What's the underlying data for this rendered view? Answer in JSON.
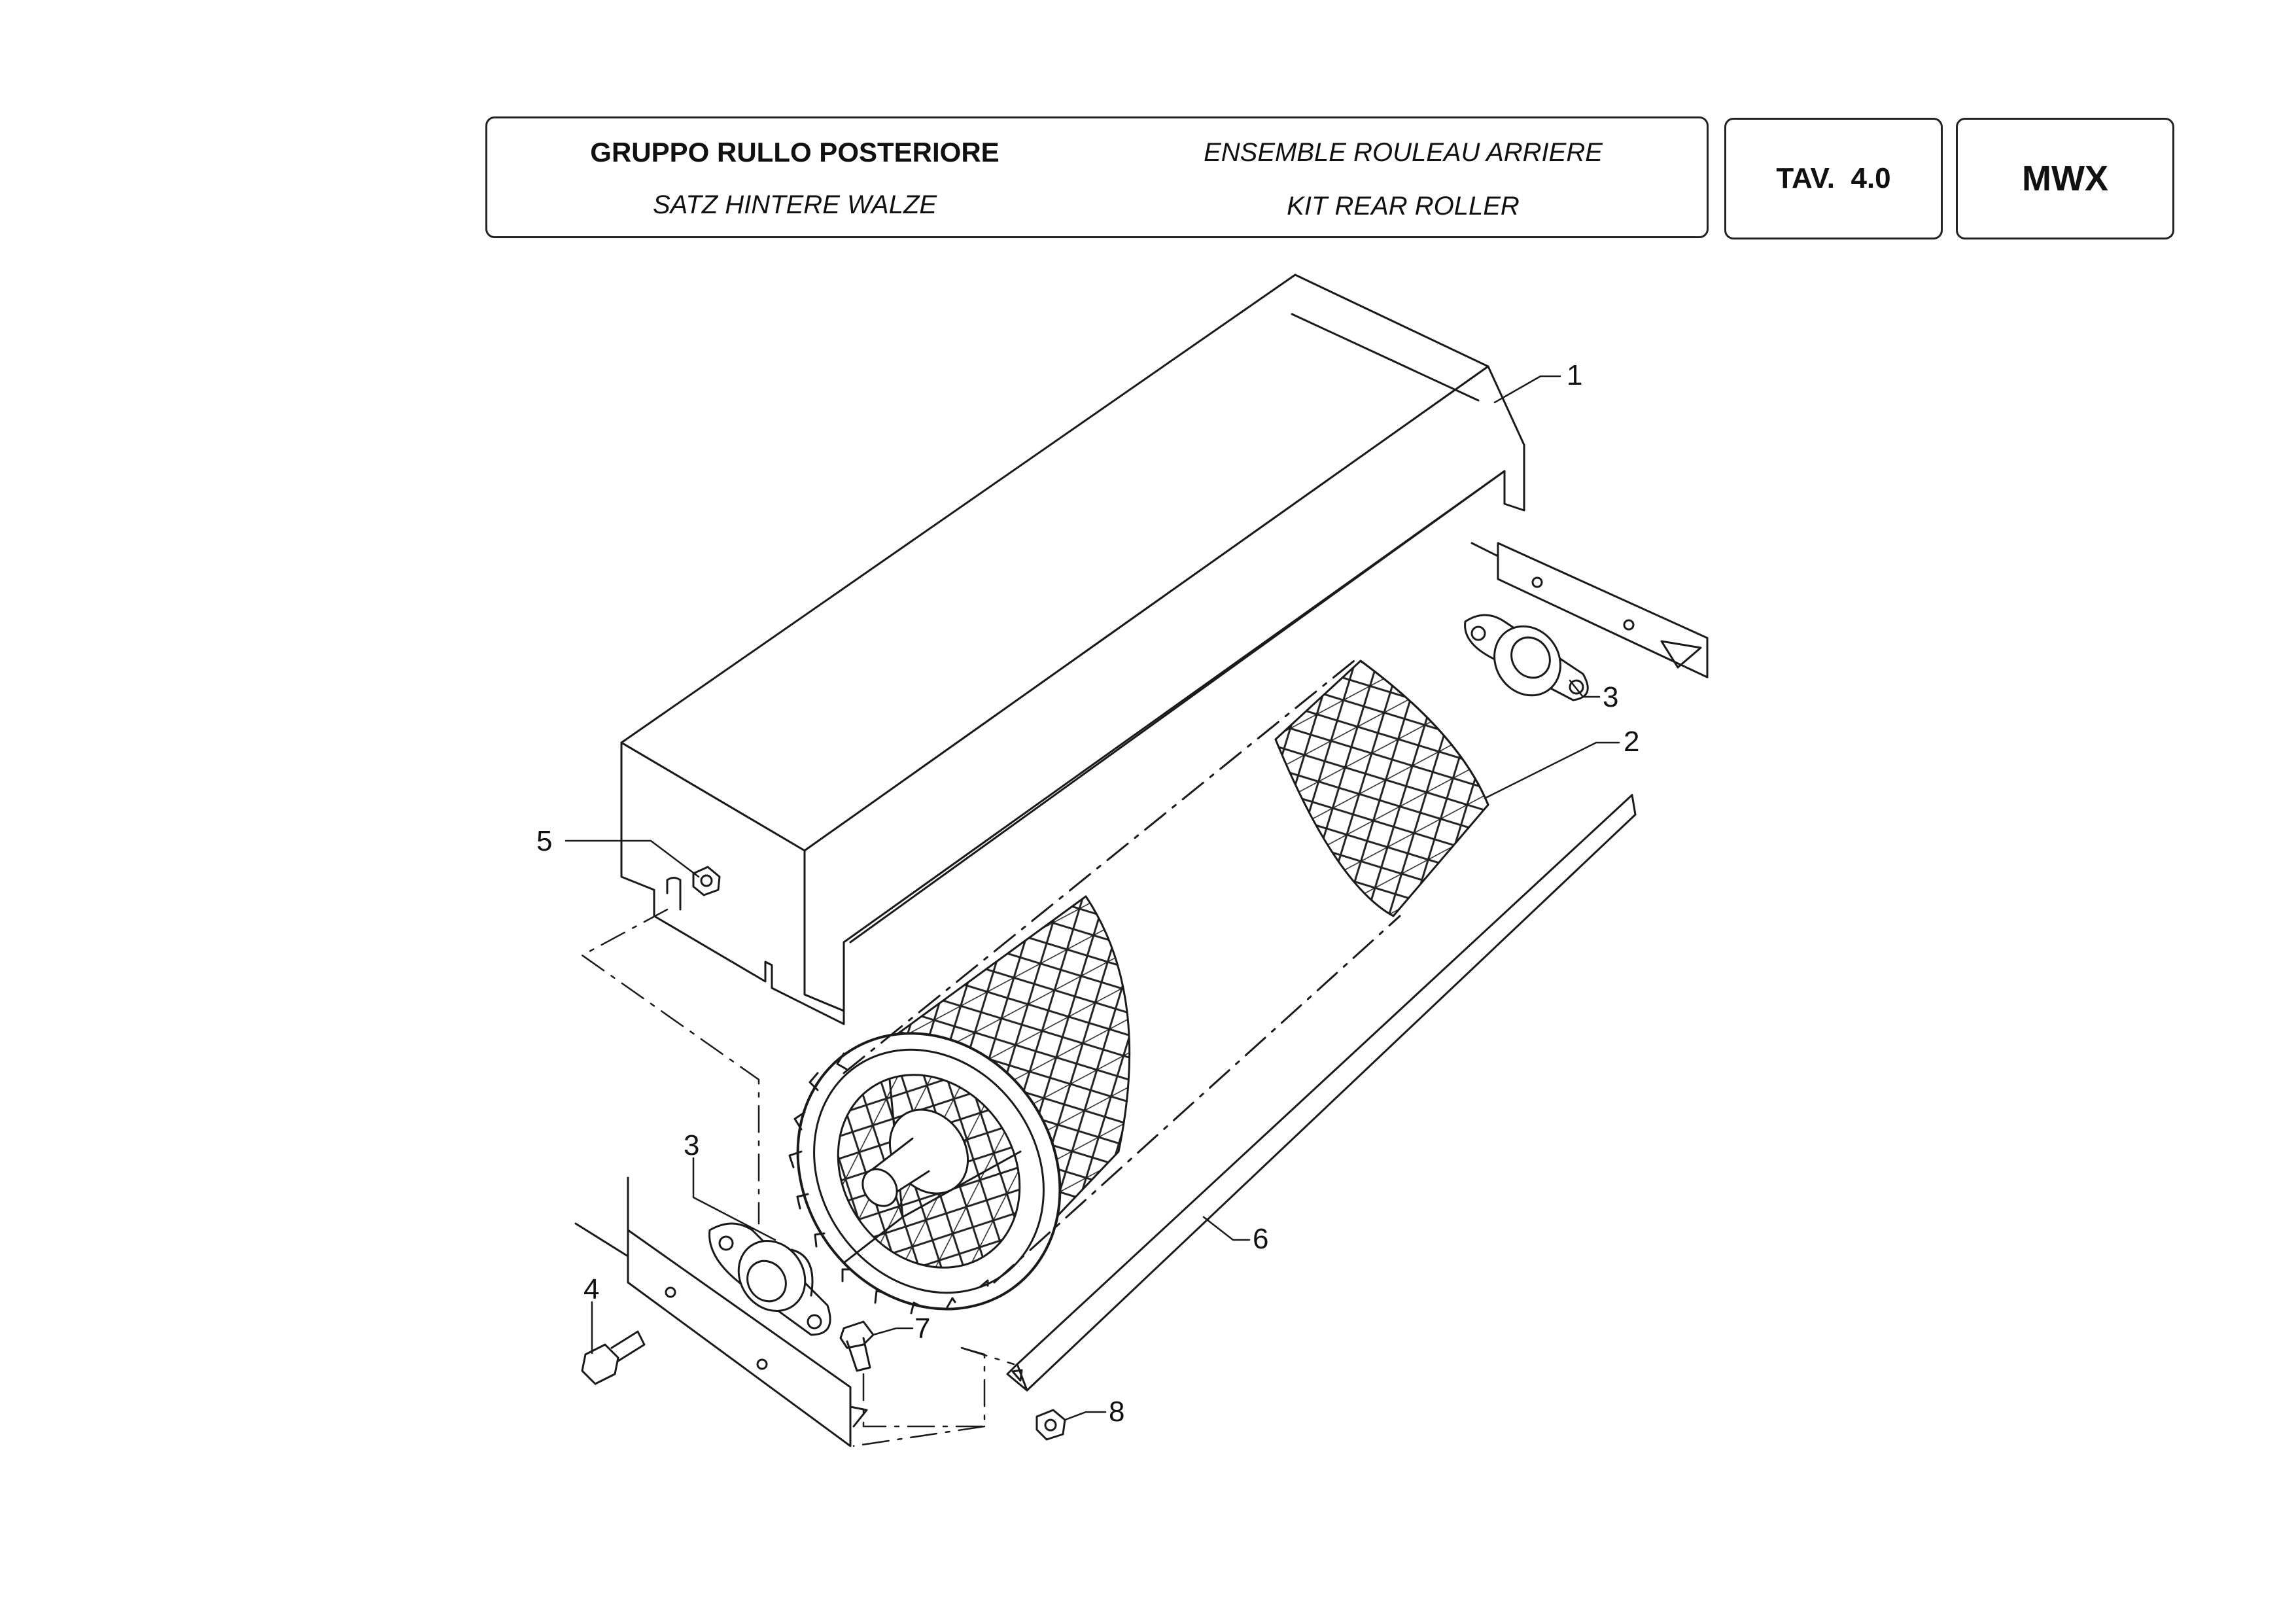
{
  "header": {
    "title_it": "GRUPPO RULLO POSTERIORE",
    "title_fr": "ENSEMBLE ROULEAU ARRIERE",
    "title_de": "SATZ HINTERE WALZE",
    "title_en": "KIT REAR ROLLER",
    "table_number": "TAV.  4.0",
    "model": "MWX"
  },
  "callouts": {
    "c1": "1",
    "c2": "2",
    "c3a": "3",
    "c3b": "3",
    "c4": "4",
    "c5": "5",
    "c6": "6",
    "c7": "7",
    "c8": "8"
  }
}
